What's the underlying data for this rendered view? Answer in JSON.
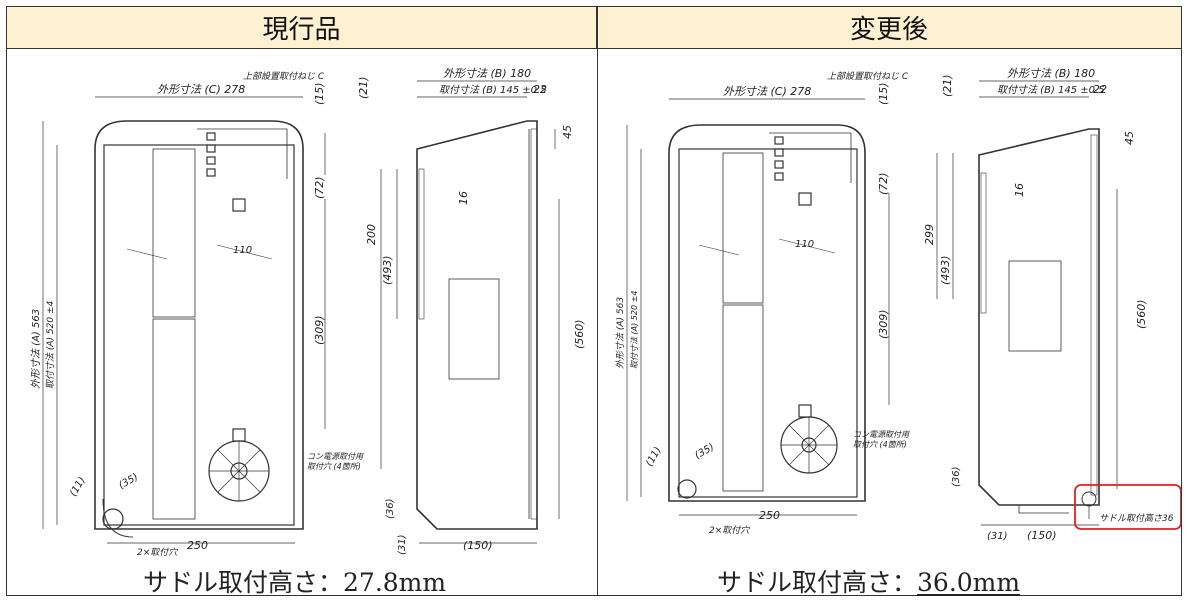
{
  "headers": {
    "current": "現行品",
    "changed": "変更後"
  },
  "captions": {
    "prefix": "サドル取付高さ：",
    "current_value": "27.8mm",
    "changed_value": "36.0mm"
  },
  "left_labels": {
    "top_mount": "上部設置取付ねじ C",
    "width_c": "外形寸法 (C) 278",
    "depth_b": "外形寸法 (B) 180",
    "depth_b2": "取付寸法 (B) 145 ±0.5",
    "d22": "22",
    "d21": "(21)",
    "d15": "(15)",
    "d45": "45",
    "d72": "(72)",
    "d16": "16",
    "d110": "110",
    "d200": "200",
    "d493": "(493)",
    "d309": "(309)",
    "d560": "(560)",
    "height_a": "外形寸法 (A) 563",
    "height_a2": "取付寸法 (A) 520 ±4",
    "d11": "(11)",
    "d35": "(35)",
    "d36": "(36)",
    "d250": "250",
    "d31": "(31)",
    "d150": "(150)",
    "holes": "2×取付穴",
    "pipe_note1": "コン電源取付用",
    "pipe_note2": "取付穴 (4箇所)"
  },
  "right_labels": {
    "top_mount": "上部設置取付ねじ C",
    "width_c": "外形寸法 (C) 278",
    "depth_b": "外形寸法 (B) 180",
    "depth_b2": "取付寸法 (B) 145 ±0.5",
    "d22": "22",
    "d21": "(21)",
    "d15": "(15)",
    "d45": "45",
    "d72": "(72)",
    "d16": "16",
    "d110": "110",
    "d299": "299",
    "d493": "(493)",
    "d309": "(309)",
    "d560": "(560)",
    "height_a": "外形寸法 (A) 563",
    "height_a2": "取付寸法 (A) 520 ±4",
    "d11": "(11)",
    "d35": "(35)",
    "d36": "(36)",
    "d250": "250",
    "d31": "(31)",
    "d150": "(150)",
    "holes": "2×取付穴",
    "pipe_note1": "コン電源取付用",
    "pipe_note2": "取付穴 (4箇所)",
    "saddle_note": "サドル取付高さ36"
  },
  "colors": {
    "header_bg": "#fdf1d2",
    "highlight": "#e02020",
    "line": "#333333"
  }
}
